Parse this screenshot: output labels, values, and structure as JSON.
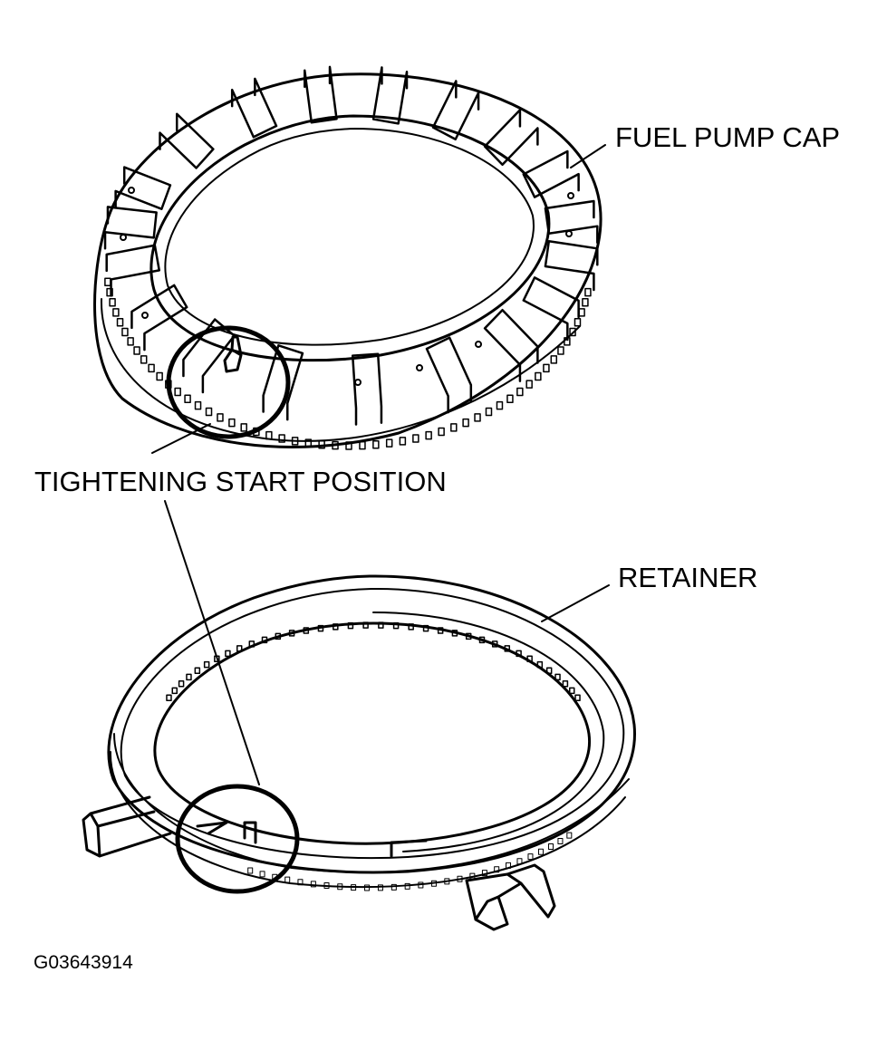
{
  "labels": {
    "fuel_pump_cap": "FUEL PUMP CAP",
    "tightening_start_position": "TIGHTENING START POSITION",
    "retainer": "RETAINER",
    "figure_code": "G03643914"
  },
  "colors": {
    "line": "#000000",
    "background": "#ffffff"
  }
}
